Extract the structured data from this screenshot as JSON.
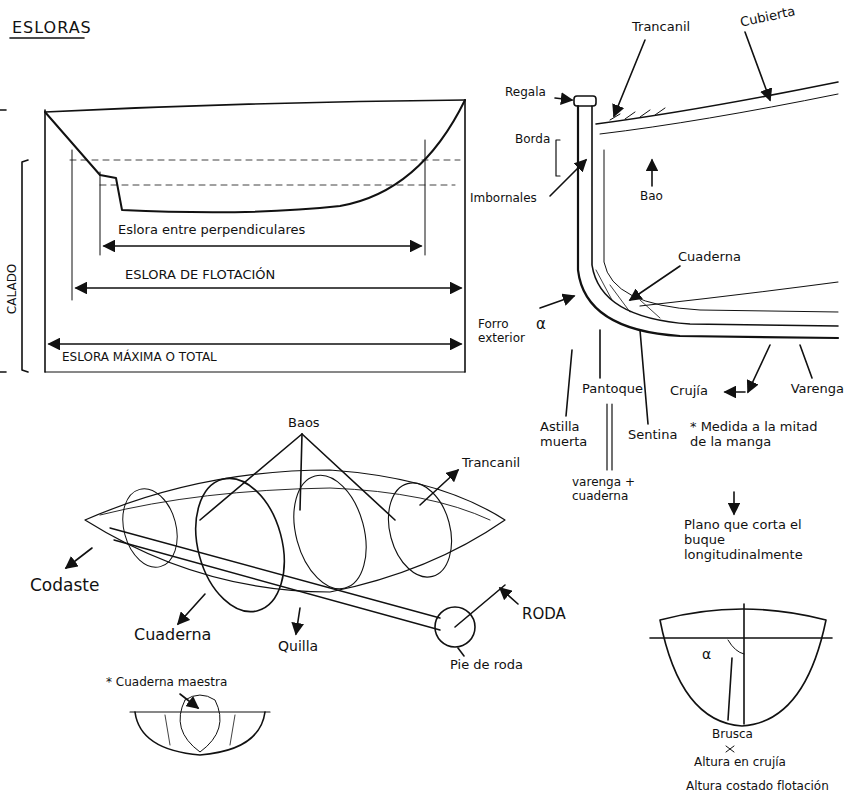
{
  "diagram": {
    "title": "ESLORAS",
    "labels": [
      "Eslora entre perpendiculares",
      "ESLORA DE FLOTACIÓN",
      "ESLORA MÁXIMA O TOTAL",
      "CALADO",
      "Regala",
      "Borda",
      "Imbornales",
      "Trancanil",
      "Cubierta",
      "Bao",
      "Cuaderna",
      "Forro exterior",
      "α",
      "Pantoque",
      "Astilla muerta",
      "Sentina",
      "Crujía",
      "Varenga",
      "varenga + cuaderna",
      "* Medida a la mitad de la manga",
      "Plano que corta el buque longitudinalmente",
      "Baos",
      "Trancanil",
      "Codaste",
      "Cuaderna",
      "Quilla",
      "RODA",
      "Pie de roda",
      "* Cuaderna maestra",
      "α",
      "Brusca",
      "Altura en crujía",
      "Altura costado flotación"
    ]
  }
}
